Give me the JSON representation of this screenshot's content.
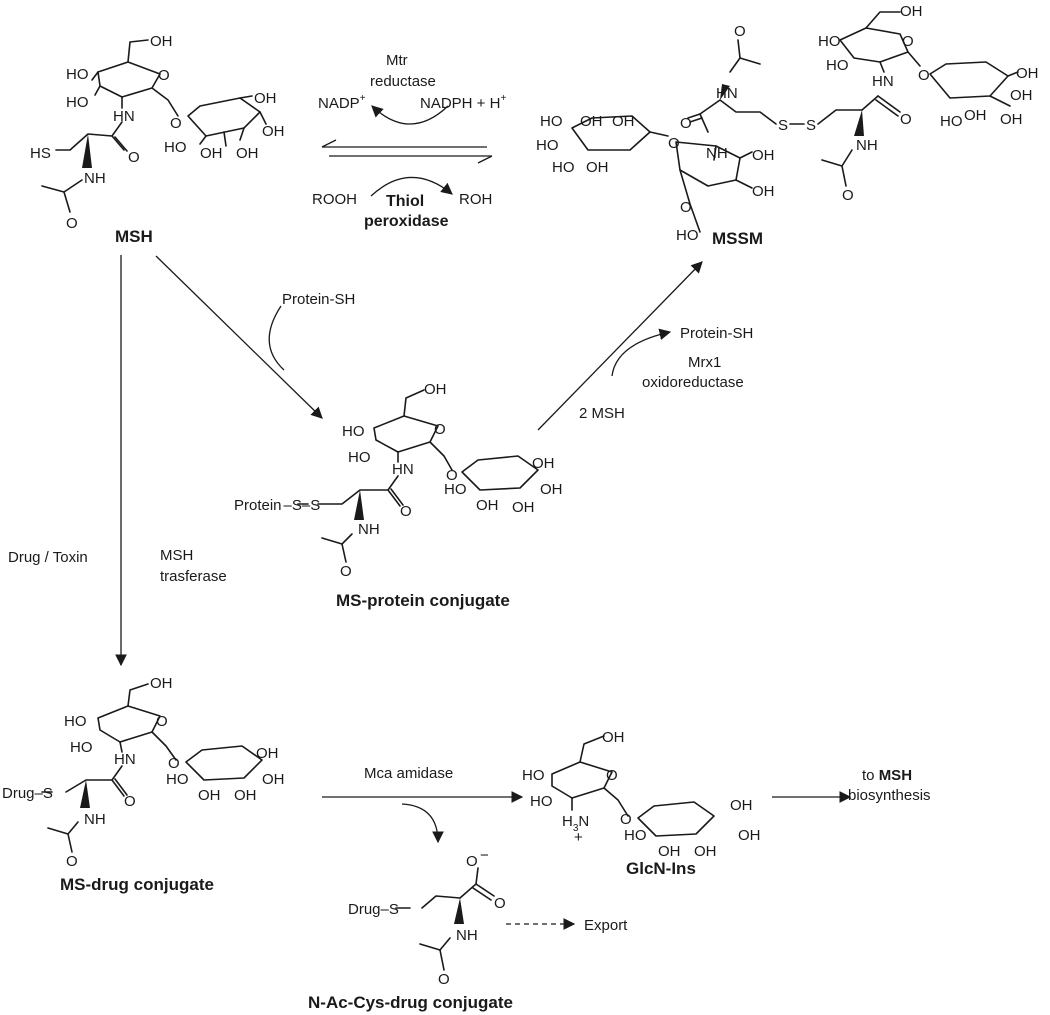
{
  "compounds": {
    "msh": {
      "name": "MSH"
    },
    "mssm": {
      "name": "MSSM"
    },
    "ms_protein": {
      "name": "MS-protein conjugate"
    },
    "ms_drug": {
      "name": "MS-drug conjugate"
    },
    "glcn_ins": {
      "name": "GlcN-Ins"
    },
    "n_ac_cys": {
      "name": "N-Ac-Cys-drug conjugate"
    }
  },
  "atoms": {
    "oh": "OH",
    "ho": "HO",
    "o": "O",
    "nh": "NH",
    "hn": "HN",
    "hs": "HS",
    "s": "S",
    "n": "N",
    "h3": "H",
    "sub3": "3",
    "plus": "+",
    "minus": "−",
    "protein_s": "Protein",
    "drug": "Drug"
  },
  "labels": {
    "mtr_line1": "Mtr",
    "mtr_line2": "reductase",
    "nadp": "NADP",
    "nadp_sup": "+",
    "nadph": "NADPH + H",
    "nadph_sup": "+",
    "rooh": "ROOH",
    "roh": "ROH",
    "thiol_line1": "Thiol",
    "thiol_line2": "peroxidase",
    "protein_sh_in": "Protein-SH",
    "protein_sh_out": "Protein-SH",
    "mrx1_line1": "Mrx1",
    "mrx1_line2": "oxidoreductase",
    "two_msh": "2 MSH",
    "drug_toxin": "Drug / Toxin",
    "msh_trans_line1": "MSH",
    "msh_trans_line2": "trasferase",
    "mca_amidase": "Mca amidase",
    "to_line1_prefix": "to ",
    "to_line1_bold": "MSH",
    "to_line2": "biosynthesis",
    "export": "Export"
  }
}
